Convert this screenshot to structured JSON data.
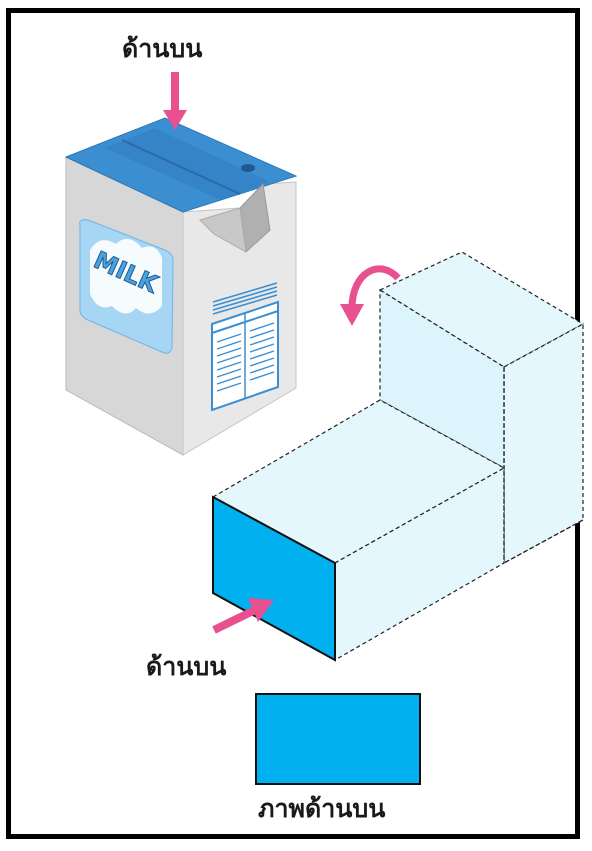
{
  "labels": {
    "carton_top": "ด้านบน",
    "block_top": "ด้านบน",
    "top_view": "ภาพด้านบน"
  },
  "carton_brand": "MILK",
  "colors": {
    "frame": "#000000",
    "carton_blue": "#3b8fd1",
    "carton_gray": "#dcdcdc",
    "arrow_pink": "#e8508f",
    "cube_face": "#def5fc",
    "highlight_face": "#00b0ef",
    "top_view_fill": "#00b0ef"
  },
  "icons": [
    "carton-top-arrow-icon",
    "rotate-arrow-icon",
    "block-top-arrow-icon"
  ]
}
